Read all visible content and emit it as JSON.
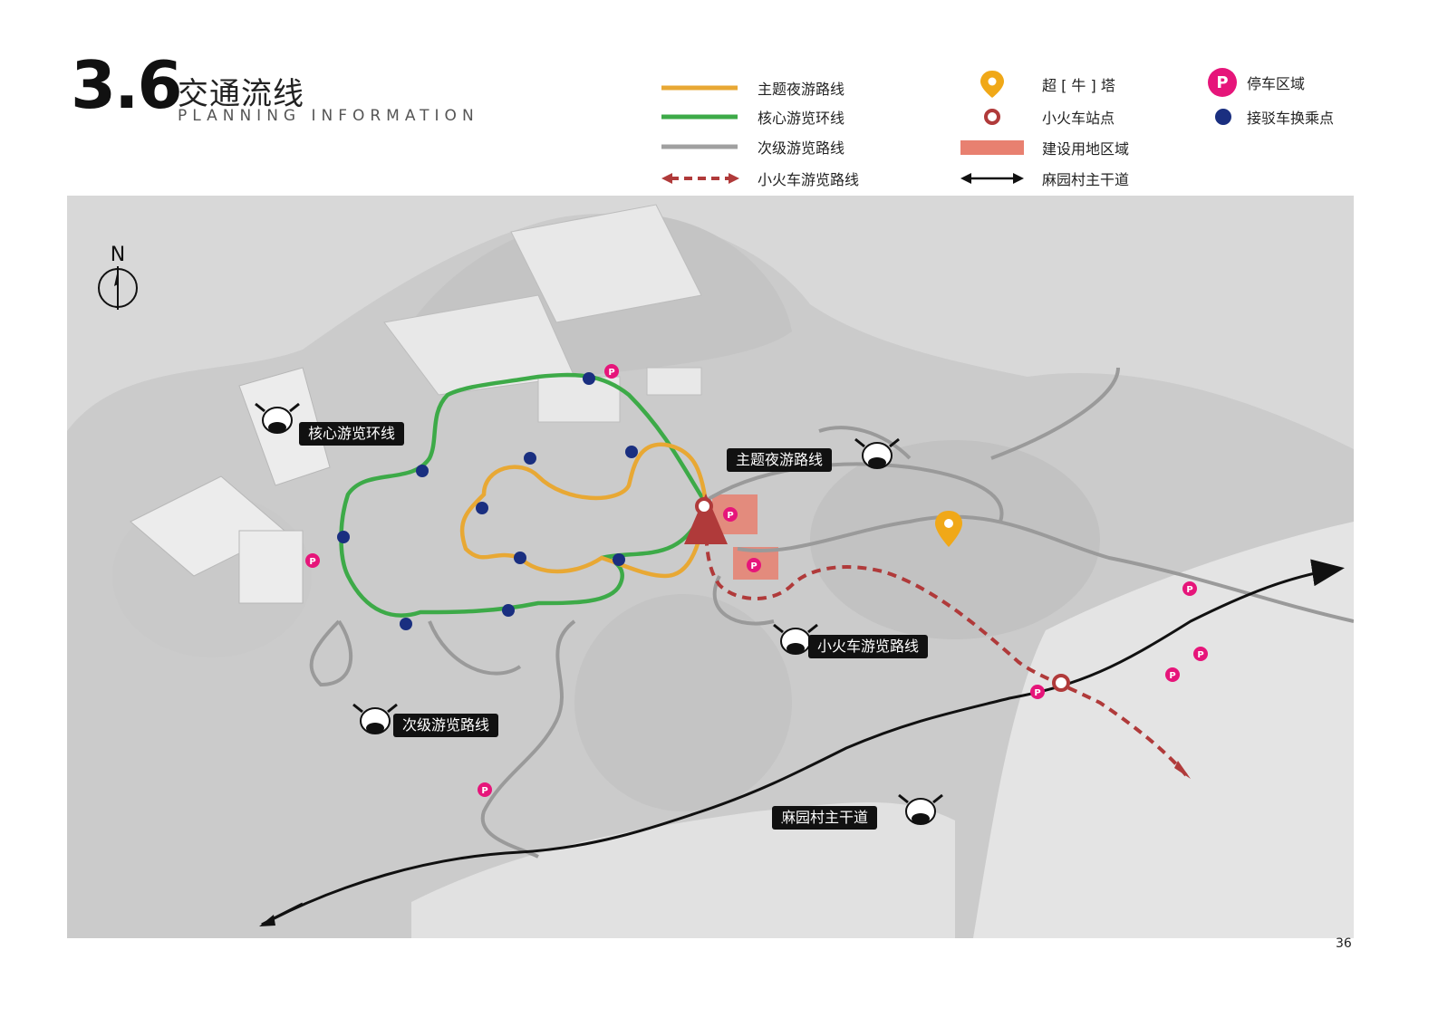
{
  "header": {
    "number": "3.6",
    "title_cn": "交通流线",
    "title_en": "PLANNING INFORMATION"
  },
  "legend": {
    "items": [
      {
        "label": "主题夜游路线",
        "color": "#e8a834",
        "icon": "orange-line"
      },
      {
        "label": "核心游览环线",
        "color": "#4caf50",
        "icon": "green-line"
      },
      {
        "label": "次级游览路线",
        "color": "#9e9e9e",
        "icon": "gray-line"
      },
      {
        "label": "小火车游览路线",
        "color": "#b03a3a",
        "icon": "red-dashed-arrow"
      },
      {
        "label": "超 [ 牛 ] 塔",
        "color": "#f0a818",
        "icon": "location-pin-icon"
      },
      {
        "label": "小火车站点",
        "color": "#b03a3a",
        "icon": "station-ring-icon"
      },
      {
        "label": "建设用地区域",
        "color": "#e88070",
        "icon": "salmon-block"
      },
      {
        "label": "麻园村主干道",
        "color": "#111111",
        "icon": "double-arrow"
      },
      {
        "label": "停车区域",
        "color": "#e6157a",
        "icon": "parking-icon"
      },
      {
        "label": "接驳车换乘点",
        "color": "#1a2f80",
        "icon": "transfer-dot-icon"
      }
    ]
  },
  "map": {
    "north_label": "N",
    "parking_letter": "P",
    "callouts": {
      "core_loop": "核心游览环线",
      "night_route": "主题夜游路线",
      "train_route": "小火车游览路线",
      "secondary_route": "次级游览路线",
      "main_road": "麻园村主干道"
    }
  },
  "page_number": "36"
}
